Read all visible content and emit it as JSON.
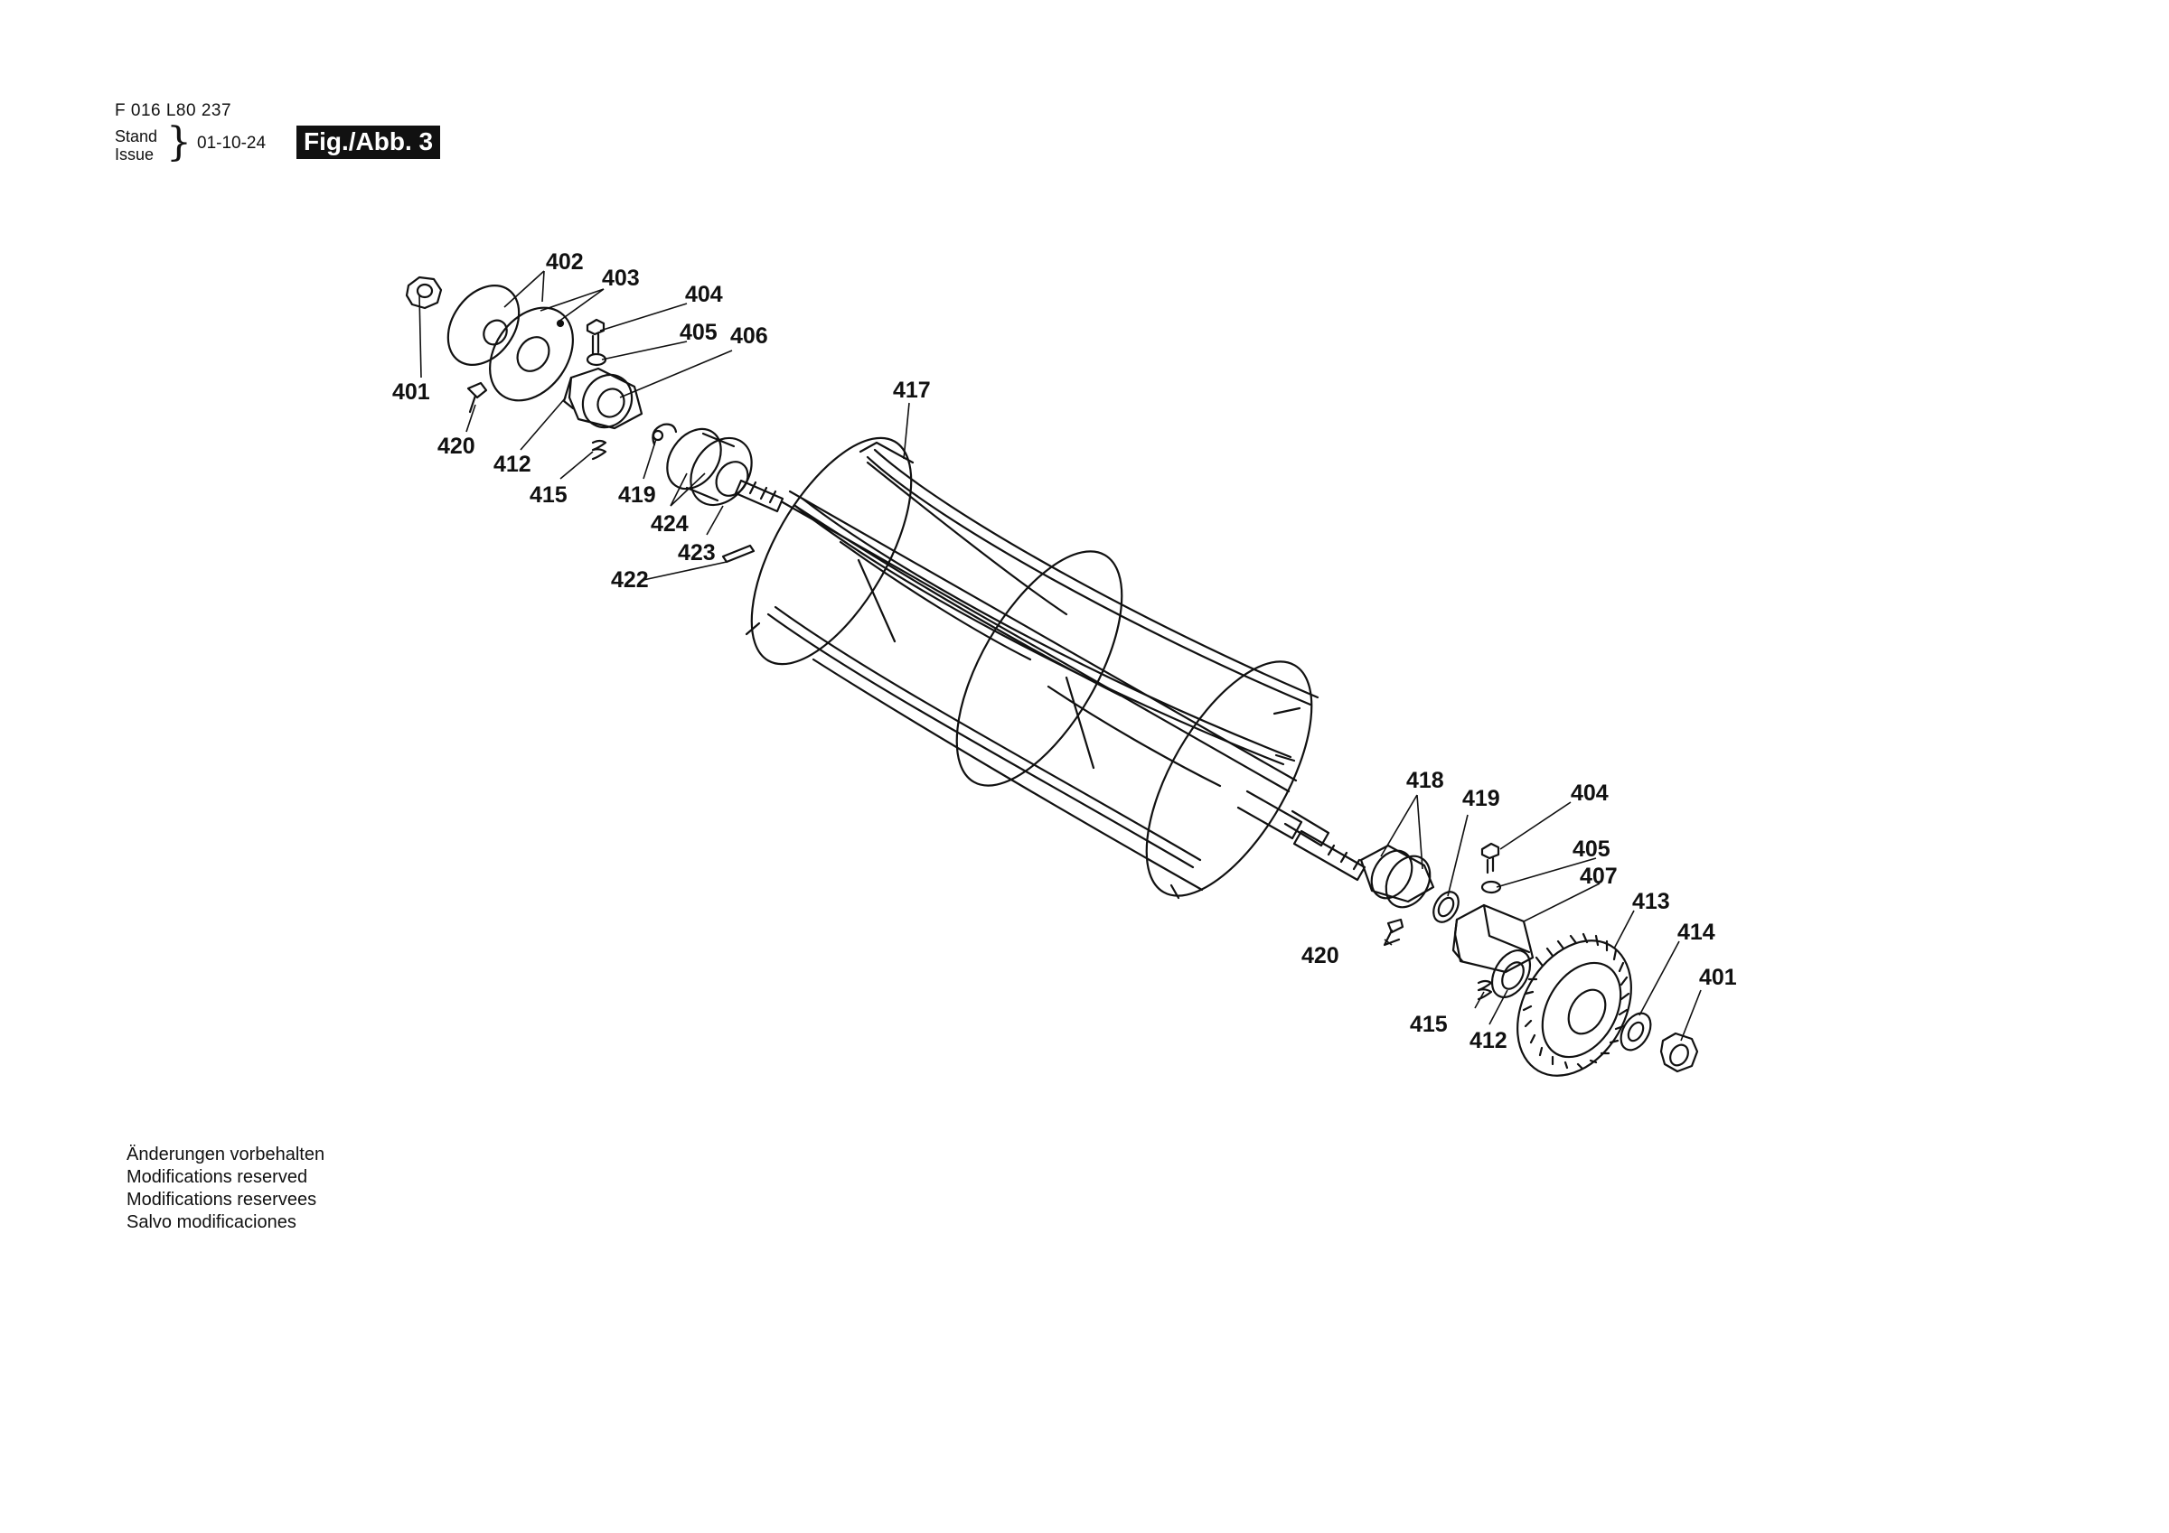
{
  "header": {
    "doc_number": "F 016 L80 237",
    "stand_label": "Stand",
    "issue_label": "Issue",
    "date": "01-10-24",
    "figure_tag": "Fig./Abb. 3"
  },
  "notes": [
    "Änderungen vorbehalten",
    "Modifications reserved",
    "Modifications reservees",
    "Salvo modificaciones"
  ],
  "callouts": {
    "c402": "402",
    "c403": "403",
    "c404a": "404",
    "c405a": "405",
    "c406": "406",
    "c401a": "401",
    "c420a": "420",
    "c412a": "412",
    "c415a": "415",
    "c419a": "419",
    "c424": "424",
    "c423": "423",
    "c422": "422",
    "c417": "417",
    "c418": "418",
    "c419b": "419",
    "c404b": "404",
    "c405b": "405",
    "c407": "407",
    "c413": "413",
    "c414": "414",
    "c401b": "401",
    "c420b": "420",
    "c415b": "415",
    "c412b": "412"
  }
}
